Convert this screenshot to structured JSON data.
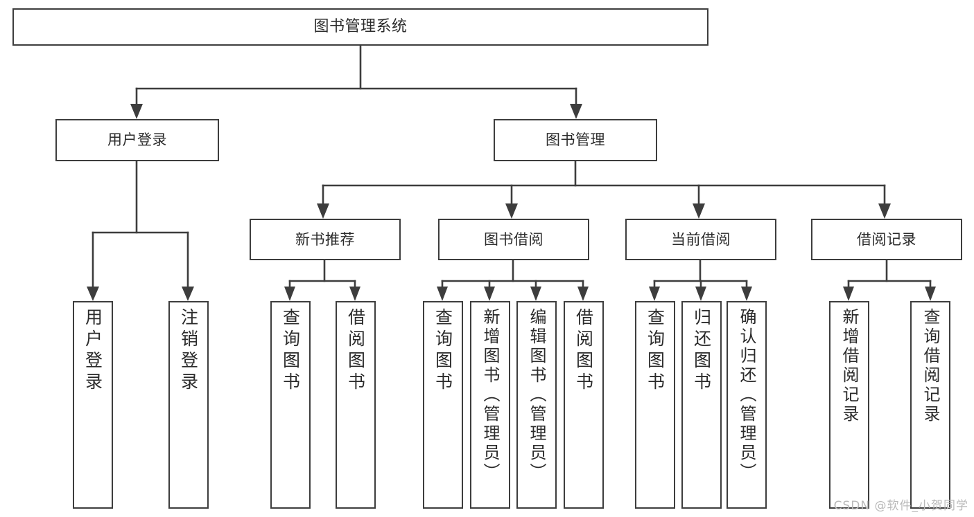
{
  "diagram": {
    "type": "tree",
    "title": "图书管理系统",
    "watermark": "CSDN @软件_小贺同学",
    "colors": {
      "background": "#ffffff",
      "stroke": "#3d3d3d",
      "text": "#2b2b2b",
      "watermark": "#b9b9b9"
    },
    "nodes": {
      "root": {
        "label": "图书管理系统"
      },
      "level1": [
        {
          "id": "user-login",
          "label": "用户登录"
        },
        {
          "id": "book-manage",
          "label": "图书管理"
        }
      ],
      "level2": [
        {
          "id": "new-book-recommend",
          "label": "新书推荐"
        },
        {
          "id": "book-borrow",
          "label": "图书借阅"
        },
        {
          "id": "current-borrow",
          "label": "当前借阅"
        },
        {
          "id": "borrow-record",
          "label": "借阅记录"
        }
      ],
      "leaves": {
        "user-login": [
          {
            "id": "leaf-user-login",
            "label": "用户登录"
          },
          {
            "id": "leaf-logout-login",
            "label": "注销登录"
          }
        ],
        "new-book-recommend": [
          {
            "id": "leaf-query-book-1",
            "label": "查询图书"
          },
          {
            "id": "leaf-borrow-book-1",
            "label": "借阅图书"
          }
        ],
        "book-borrow": [
          {
            "id": "leaf-query-book-2",
            "label": "查询图书"
          },
          {
            "id": "leaf-add-book",
            "label": "新增图书（管理员）"
          },
          {
            "id": "leaf-edit-book",
            "label": "编辑图书（管理员）"
          },
          {
            "id": "leaf-borrow-book-2",
            "label": "借阅图书"
          }
        ],
        "current-borrow": [
          {
            "id": "leaf-query-book-3",
            "label": "查询图书"
          },
          {
            "id": "leaf-return-book",
            "label": "归还图书"
          },
          {
            "id": "leaf-confirm-return",
            "label": "确认归还（管理员）"
          }
        ],
        "borrow-record": [
          {
            "id": "leaf-add-record",
            "label": "新增借阅记录"
          },
          {
            "id": "leaf-query-record",
            "label": "查询借阅记录"
          }
        ]
      }
    }
  }
}
